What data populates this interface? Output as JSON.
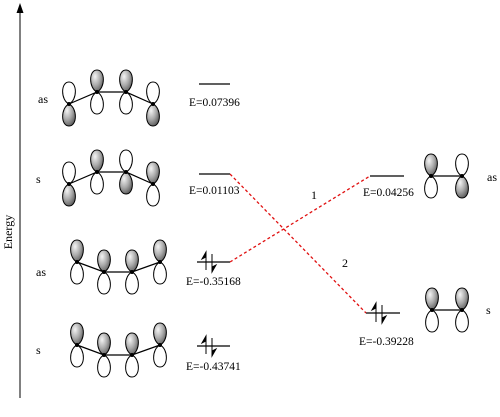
{
  "axis": {
    "label": "Energy"
  },
  "left_levels": [
    {
      "symmetry": "as",
      "energy": "E=0.07396",
      "occupied": false
    },
    {
      "symmetry": "s",
      "energy": "E=0.01103",
      "occupied": false
    },
    {
      "symmetry": "as",
      "energy": "E=-0.35168",
      "occupied": true
    },
    {
      "symmetry": "s",
      "energy": "E=-0.43741",
      "occupied": true
    }
  ],
  "right_levels": [
    {
      "symmetry": "as",
      "energy": "E=0.04256",
      "occupied": false
    },
    {
      "symmetry": "s",
      "energy": "E=-0.39228",
      "occupied": true
    }
  ],
  "interactions": [
    {
      "label": "1"
    },
    {
      "label": "2"
    }
  ],
  "colors": {
    "line": "#000000",
    "interaction": "#e01010",
    "lobe_shaded": "#8a8a8a"
  }
}
